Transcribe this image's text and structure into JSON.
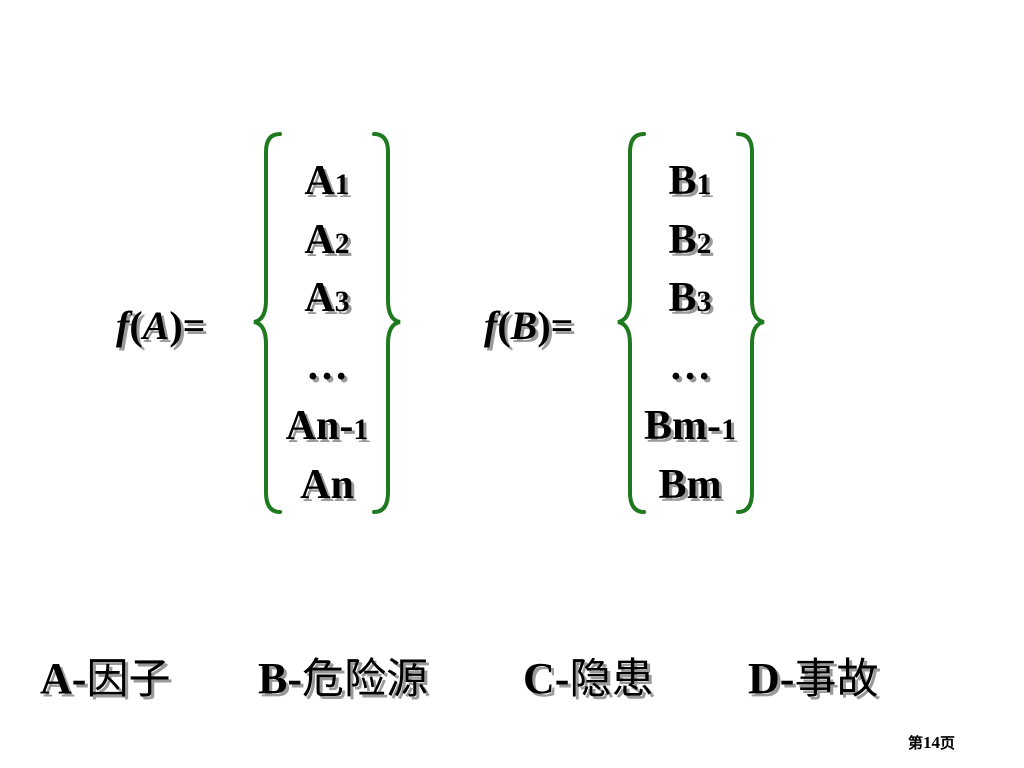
{
  "set_a": {
    "label_fn": "f",
    "label_open": "(",
    "label_var": "A",
    "label_close": ")=",
    "items": [
      {
        "base": "A",
        "sub": "1"
      },
      {
        "base": "A",
        "sub": "2"
      },
      {
        "base": "A",
        "sub": "3"
      },
      {
        "base": "…",
        "sub": ""
      },
      {
        "base": "An-",
        "sub": "1"
      },
      {
        "base": "An",
        "sub": ""
      }
    ]
  },
  "set_b": {
    "label_fn": "f",
    "label_open": "(",
    "label_var": "B",
    "label_close": ")=",
    "items": [
      {
        "base": "B",
        "sub": "1"
      },
      {
        "base": "B",
        "sub": "2"
      },
      {
        "base": "B",
        "sub": "3"
      },
      {
        "base": "…",
        "sub": ""
      },
      {
        "base": "Bm-",
        "sub": "1"
      },
      {
        "base": "Bm",
        "sub": ""
      }
    ]
  },
  "legend": [
    {
      "letter": "A-",
      "meaning": "因子"
    },
    {
      "letter": "B-",
      "meaning": "危险源"
    },
    {
      "letter": "C-",
      "meaning": "隐患"
    },
    {
      "letter": "D-",
      "meaning": "事故"
    }
  ],
  "page": {
    "prefix": "第",
    "number": "14",
    "suffix": "页"
  },
  "colors": {
    "brace": "#1f7a1f",
    "text": "#000000",
    "shadow": "#9a9a9a"
  }
}
